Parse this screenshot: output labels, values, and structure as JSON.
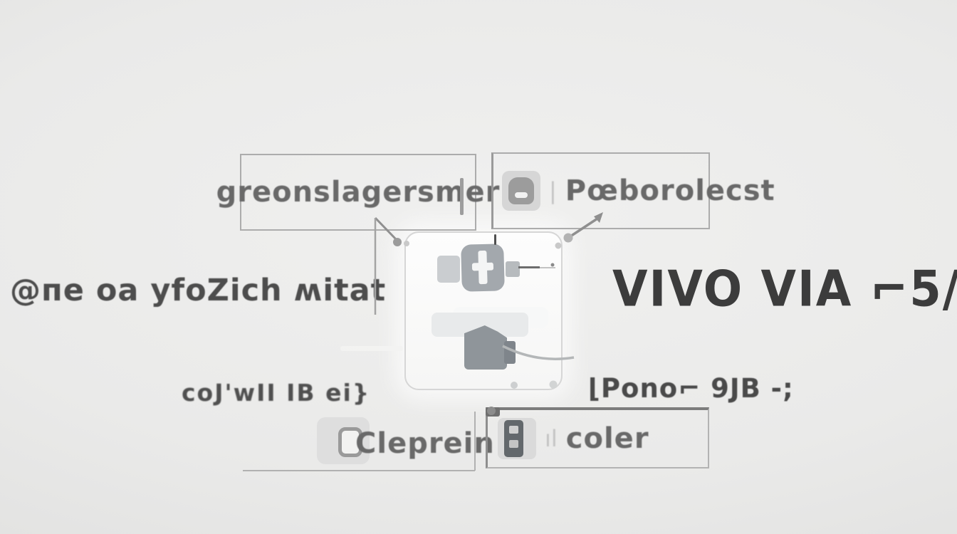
{
  "brand": {
    "text": "VIVO VIA ⌐5/"
  },
  "callouts": {
    "top_left": {
      "label": "greonslagersmer"
    },
    "top_right": {
      "label": "Pœborolecst",
      "icon": "lens-icon",
      "prefix": "|"
    },
    "bottom_center": {
      "label": "Cleprein",
      "icon": "frame-icon"
    },
    "bottom_right": {
      "label": "coler",
      "icon": "phone-icon",
      "prefix": "ıl"
    }
  },
  "notes": {
    "left_feature": "@пe oa yfoZich ʍitat",
    "bottom_left": "coJ'wII IB ei}",
    "bottom_right": "⌊Pono⌐ 9JB -;"
  },
  "colors": {
    "background": "#eaeae9",
    "vignette": "#d2d2d1",
    "box_border": "#acacac",
    "dark_border": "#7c7c7c",
    "label_text": "#696969",
    "brand_text": "#3c3c3c",
    "card_bg": "#fbfbfb",
    "device_gray": "#a3a8ad",
    "charger_gray": "#8f959a",
    "leader_line": "#8f8f8f"
  }
}
